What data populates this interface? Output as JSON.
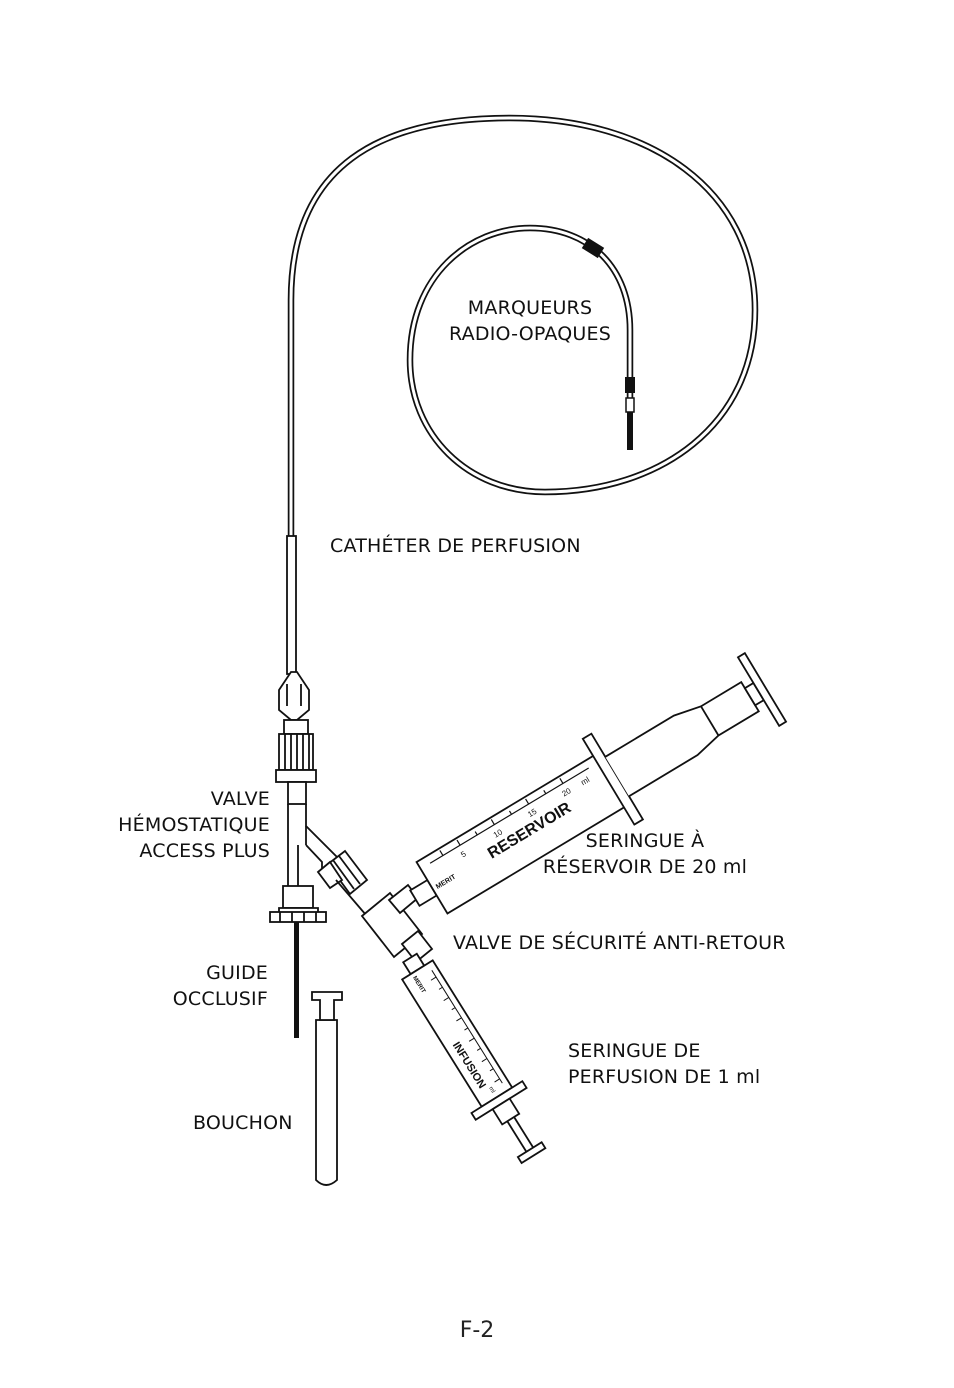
{
  "labels": {
    "markers": [
      "MARQUEURS",
      "RADIO-OPAQUES"
    ],
    "catheter": "CATHÉTER DE PERFUSION",
    "valve": [
      "VALVE",
      "HÉMOSTATIQUE",
      "ACCESS PLUS"
    ],
    "reservoir_syringe": [
      "SERINGUE À",
      "RÉSERVOIR DE 20 ml"
    ],
    "check_valve": "VALVE DE SÉCURITÉ ANTI-RETOUR",
    "guide": [
      "GUIDE",
      "OCCLUSIF"
    ],
    "infusion_syringe": [
      "SERINGUE DE",
      "PERFUSION DE 1 ml"
    ],
    "cap": "BOUCHON"
  },
  "syringe_markings": {
    "reservoir": {
      "name": "RESERVOIR",
      "ticks": [
        "5",
        "10",
        "15",
        "20"
      ],
      "unit": "ml",
      "brand": "MERIT"
    },
    "infusion": {
      "name": "INFUSION",
      "unit": "ml",
      "brand": "MERIT"
    }
  },
  "page_number": "F-2"
}
